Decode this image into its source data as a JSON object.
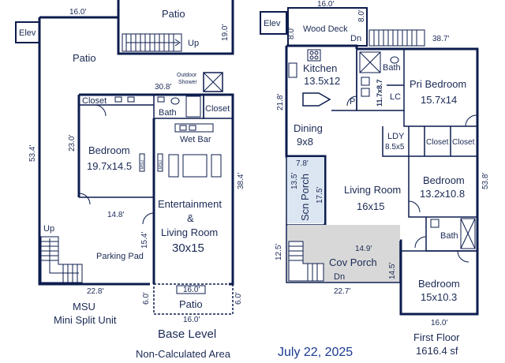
{
  "base_level": {
    "title": "Base Level",
    "subtitle": "Non-Calculated Area",
    "elev": "Elev",
    "patio_top": "Patio",
    "patio_main": "Patio",
    "patio_bottom": "Patio",
    "up_stairs_top": "Up",
    "up_stairs_left": "Up",
    "outdoor_shower_line1": "Outdoor",
    "outdoor_shower_line2": "Shower",
    "closet_left": "Closet",
    "closet_right": "Closet",
    "bath": "Bath",
    "wet_bar": "Wet Bar",
    "bedroom": "Bedroom",
    "bedroom_size": "19.7x14.5",
    "entertainment_line1": "Entertainment",
    "entertainment_line2": "&",
    "entertainment_line3": "Living Room",
    "entertainment_size": "30x15",
    "parking_pad": "Parking Pad",
    "msu_line1": "MSU",
    "msu_line2": "Mini Split Unit",
    "msu_tag": "MSU",
    "dims": {
      "top": "16.0'",
      "left": "53.4'",
      "patio_right": "19.0'",
      "shower_top": "30.8'",
      "bedroom_left": "23.0'",
      "bedroom_bottom": "14.8'",
      "right": "38.4'",
      "parking_right": "15.4'",
      "bottom": "22.8'",
      "patio_width_top": "16.0'",
      "patio_left": "6.0'",
      "patio_right_side": "6.0'",
      "patio_width_bottom": "16.0'"
    }
  },
  "first_floor": {
    "title": "First Floor",
    "area": "1616.4 sf",
    "elev": "Elev",
    "wood_deck": "Wood Deck",
    "dn_deck": "Dn",
    "dn_porch": "Dn",
    "kitchen": "Kitchen",
    "kitchen_size": "13.5x12",
    "pantry": "P",
    "size_11_7": "11.7x8.7",
    "lc": "LC",
    "bath_top": "Bath",
    "pri_bedroom": "Pri Bedroom",
    "pri_bedroom_size": "15.7x14",
    "dining": "Dining",
    "dining_size": "9x8",
    "ldy": "LDY",
    "ldy_size": "8.5x5",
    "closet_a": "Closet",
    "closet_b": "Closet",
    "bedroom_mid": "Bedroom",
    "bedroom_mid_size": "13.2x10.8",
    "scn_porch": "Scn Porch",
    "living_room": "Living Room",
    "living_room_size": "16x15",
    "bath_mid": "Bath",
    "cov_porch": "Cov Porch",
    "bedroom_low": "Bedroom",
    "bedroom_low_size": "15x10.3",
    "dims": {
      "top": "16.0'",
      "deck_left": "8.0'",
      "deck_right": "8.0'",
      "stairs_right": "38.7'",
      "left": "21.8'",
      "right": "53.8'",
      "scn_top": "7.8'",
      "scn_left": "13.5'",
      "scn_right": "17.5'",
      "porch_left": "12.5'",
      "porch_top": "14.9'",
      "porch_right": "14.5'",
      "porch_bottom": "22.7'",
      "bottom": "16.0'"
    }
  },
  "date": "July 22, 2025",
  "colors": {
    "wall": "#0c1c4e",
    "text": "#1b2a55",
    "date": "#1a3a8f",
    "porch_fill": "#d8d8d8",
    "scn_porch_fill": "#dce6f2"
  }
}
